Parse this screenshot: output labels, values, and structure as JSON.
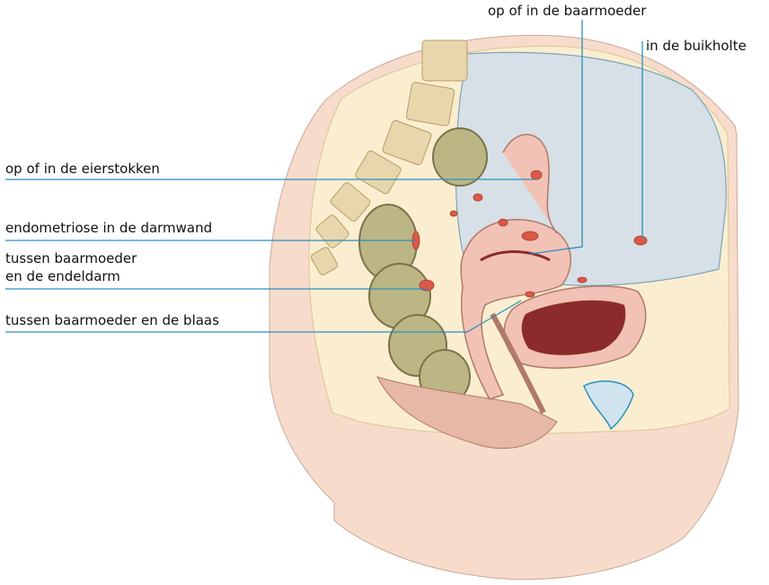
{
  "labels": {
    "ovaries": "op of in de eierstokken",
    "bowel_wall": "endometriose in de darmwand",
    "between_uterus_rectum_line1": "tussen baarmoeder",
    "between_uterus_rectum_line2": "en de endeldarm",
    "between_uterus_bladder": "tussen baarmoeder en de blaas",
    "in_uterus": "op of in de baarmoeder",
    "in_abdomen": "in de buikholte"
  },
  "colors": {
    "skin": "#f7dccb",
    "fat": "#fbeed0",
    "bone": "#e8d7ad",
    "peritoneum": "#d7e0e6",
    "bowel": "#bcb684",
    "uterus": "#f2c2b6",
    "endometriosis": "#d95a48",
    "leader_line": "#2a8fc0",
    "bladder_cavity": "#8c2b2b"
  }
}
